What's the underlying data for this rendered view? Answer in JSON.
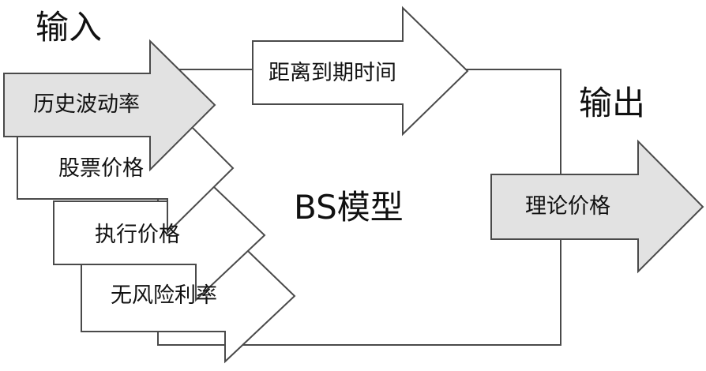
{
  "input_label": "输入",
  "output_label": "输出",
  "model_label": "BS模型",
  "inputs": {
    "volatility": "历史波动率",
    "stock_price": "股票价格",
    "strike_price": "执行价格",
    "risk_free_rate": "无风险利率",
    "time_to_maturity": "距离到期时间"
  },
  "output": "理论价格",
  "colors": {
    "highlight_fill": "#e2e2e2",
    "plain_fill": "#ffffff",
    "stroke": "#4a4a4a"
  }
}
